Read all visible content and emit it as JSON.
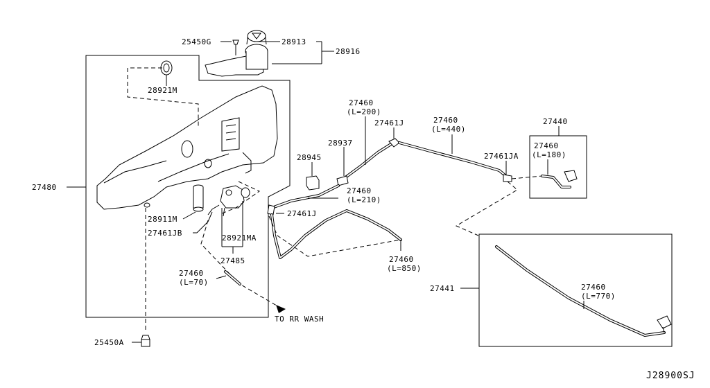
{
  "labels": {
    "p25450g": "25450G",
    "p28913": "28913",
    "p28916": "28916",
    "p28921m": "28921M",
    "p27480": "27480",
    "p28911m": "28911M",
    "p27461jb": "27461JB",
    "p28921ma": "28921MA",
    "p27485": "27485",
    "p27460_70": "27460",
    "l70": "(L=70)",
    "to_rr_wash": "TO RR WASH",
    "p25450a": "25450A",
    "p27460_200": "27460",
    "l200": "(L=200)",
    "p27461j_top": "27461J",
    "p28937": "28937",
    "p28945": "28945",
    "p27460_210": "27460",
    "l210": "(L=210)",
    "p27461j_mid": "27461J",
    "p27460_440": "27460",
    "l440": "(L=440)",
    "p27461ja": "27461JA",
    "p27440": "27440",
    "p27460_180": "27460",
    "l180": "(L=180)",
    "p27460_850": "27460",
    "l850": "(L=850)",
    "p27441": "27441",
    "p27460_770": "27460",
    "l770": "(L=770)",
    "diagram_code": "J28900SJ"
  }
}
